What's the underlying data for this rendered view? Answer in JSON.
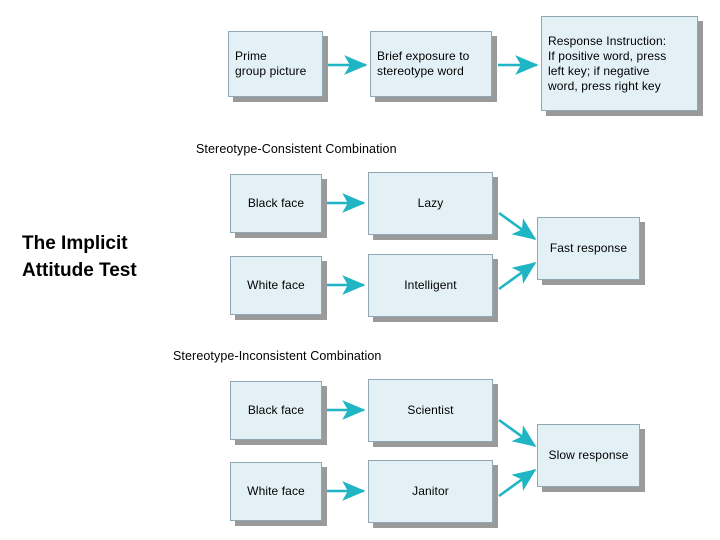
{
  "page": {
    "title": "The Implicit Attitude Test",
    "background_color": "#ffffff"
  },
  "theme": {
    "box_fill": "#e3f0f6",
    "box_border": "#8fa8b4",
    "box_shadow": "#9a9a9a",
    "arrow_color": "#1fb5c4",
    "text_color": "#000000"
  },
  "title_block": {
    "line1": "The Implicit",
    "line2": "Attitude Test",
    "full": "The Implicit\nAttitude Test"
  },
  "sections": [
    {
      "id": "procedure",
      "caption": "",
      "boxes": [
        {
          "id": "prime-group-picture",
          "label": "Prime\ngroup picture",
          "align": "left"
        },
        {
          "id": "brief-exposure",
          "label": "Brief exposure to\nstereotype word",
          "align": "left"
        },
        {
          "id": "response-instruction",
          "label": "Response Instruction:\nIf positive word, press\nleft key; if negative\nword, press right key",
          "align": "left"
        }
      ]
    },
    {
      "id": "stereotype-consistent",
      "caption": "Stereotype-Consistent Combination",
      "boxes": [
        {
          "id": "sc-black-face",
          "label": "Black face",
          "align": "center"
        },
        {
          "id": "sc-lazy",
          "label": "Lazy",
          "align": "center"
        },
        {
          "id": "sc-white-face",
          "label": "White face",
          "align": "center"
        },
        {
          "id": "sc-intelligent",
          "label": "Intelligent",
          "align": "center"
        },
        {
          "id": "sc-fast-response",
          "label": "Fast response",
          "align": "center"
        }
      ]
    },
    {
      "id": "stereotype-inconsistent",
      "caption": "Stereotype-Inconsistent Combination",
      "boxes": [
        {
          "id": "si-black-face",
          "label": "Black face",
          "align": "center"
        },
        {
          "id": "si-scientist",
          "label": "Scientist",
          "align": "center"
        },
        {
          "id": "si-white-face",
          "label": "White face",
          "align": "center"
        },
        {
          "id": "si-janitor",
          "label": "Janitor",
          "align": "center"
        },
        {
          "id": "si-slow-response",
          "label": "Slow response",
          "align": "center"
        }
      ]
    }
  ],
  "flow": {
    "procedure": [
      {
        "from": "Prime group picture",
        "to": "Brief exposure to stereotype word"
      },
      {
        "from": "Brief exposure to stereotype word",
        "to": "Response Instruction"
      }
    ],
    "stereotype_consistent": [
      {
        "from": "Black face",
        "to": "Lazy"
      },
      {
        "from": "White face",
        "to": "Intelligent"
      },
      {
        "from": "Lazy",
        "to": "Fast response"
      },
      {
        "from": "Intelligent",
        "to": "Fast response"
      }
    ],
    "stereotype_inconsistent": [
      {
        "from": "Black face",
        "to": "Scientist"
      },
      {
        "from": "White face",
        "to": "Janitor"
      },
      {
        "from": "Scientist",
        "to": "Slow response"
      },
      {
        "from": "Janitor",
        "to": "Slow response"
      }
    ]
  }
}
